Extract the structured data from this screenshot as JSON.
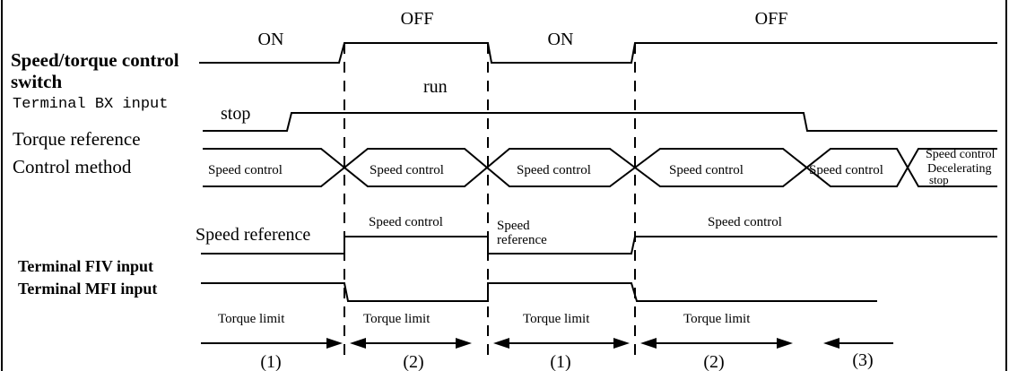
{
  "states": {
    "on_1": "ON",
    "off_1": "OFF",
    "on_2": "ON",
    "off_2": "OFF"
  },
  "signal_labels": {
    "switch_line1": "Speed/torque control",
    "switch_line2": "switch",
    "bx_input": "Terminal BX input",
    "torque_reference": "Torque reference",
    "control_method": "Control method",
    "fiv_input": "Terminal FIV input",
    "mfi_input": "Terminal MFI input"
  },
  "bx_states": {
    "stop": "stop",
    "run": "run"
  },
  "control_method_segments": [
    "Speed control",
    "Speed control",
    "Speed control",
    "Speed control",
    "Speed control"
  ],
  "last_segment": {
    "line1": "Speed control",
    "line2": "Decelerating",
    "line3": "stop"
  },
  "fiv_annotations": {
    "speed_reference_1": "Speed reference",
    "speed_control_1": "Speed control",
    "speed_reference_2_line1": "Speed",
    "speed_reference_2_line2": "reference",
    "speed_control_2": "Speed control"
  },
  "torque_limit_labels": [
    "Torque limit",
    "Torque limit",
    "Torque limit",
    "Torque limit"
  ],
  "interval_labels": [
    "(1)",
    "(2)",
    "(1)",
    "(2)",
    "(3)"
  ]
}
